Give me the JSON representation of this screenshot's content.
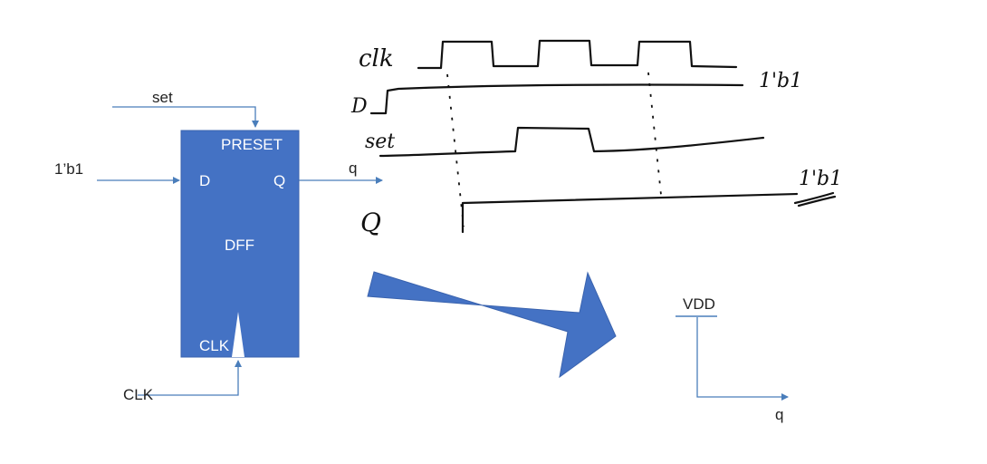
{
  "dff": {
    "title": "DFF",
    "preset_pin": "PRESET",
    "d_pin": "D",
    "q_pin": "Q",
    "clk_pin": "CLK"
  },
  "inputs": {
    "set": "set",
    "data": "1’b1",
    "clk": "CLK"
  },
  "output": {
    "q": "q"
  },
  "waveform": {
    "clk": "clk",
    "d": "D",
    "set": "set",
    "q": "Q",
    "d_value": "1'b1",
    "q_value": "1'b1"
  },
  "equivalent": {
    "supply": "VDD",
    "output": "q"
  },
  "colors": {
    "block": "#4472C4",
    "wire": "#4A7EBB",
    "ink": "#111111"
  }
}
